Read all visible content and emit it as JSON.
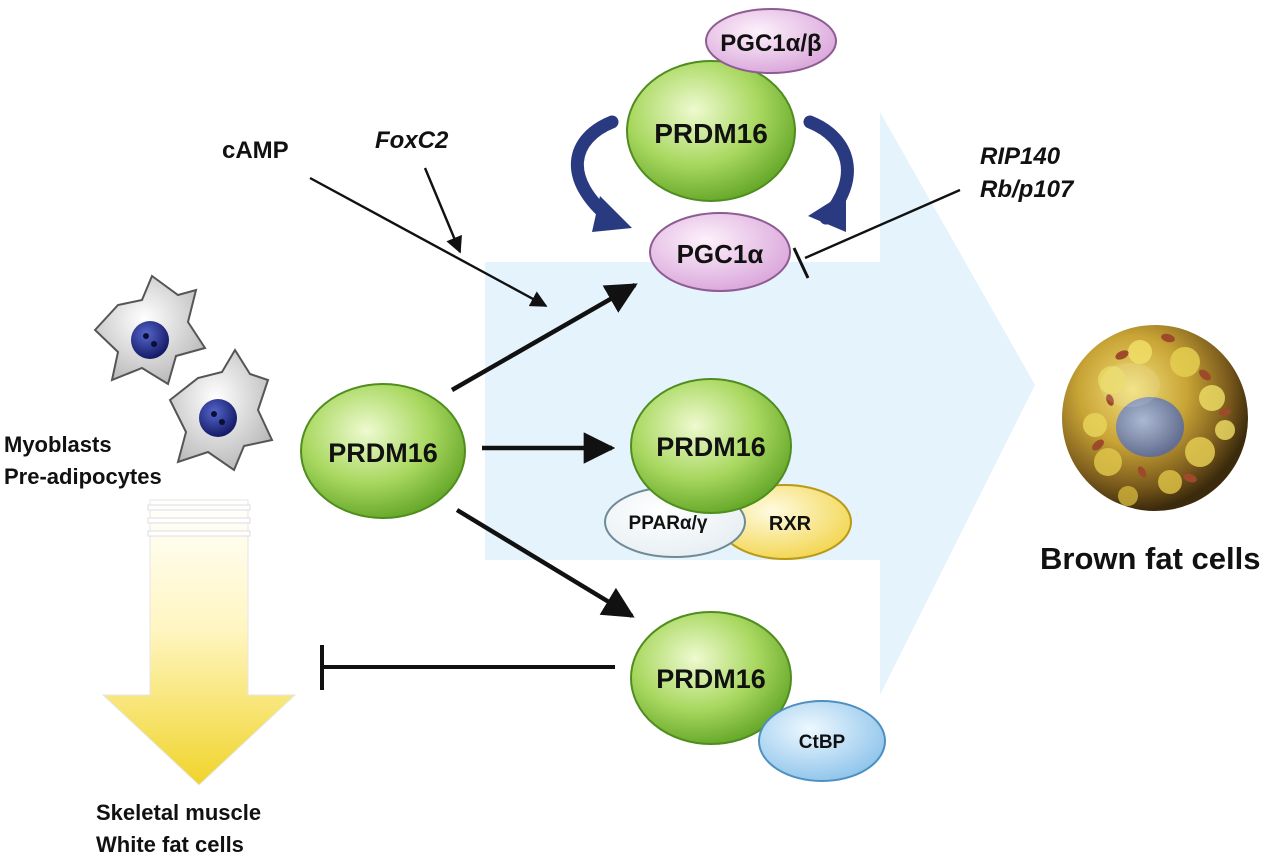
{
  "colors": {
    "green_light": "#d8f0a6",
    "green_dark": "#5fa324",
    "pink_light": "#f7dcf3",
    "pink_dark": "#c58cc7",
    "yellow_light": "#fff4b0",
    "yellow_dark": "#e9c733",
    "blue_light": "#d3ebfb",
    "blue_dark": "#78b6e2",
    "background_arrow": "#e3f2fc",
    "curved_arrow": "#2a3a80"
  },
  "regulators": {
    "camp": "cAMP",
    "foxc2": "FoxC2",
    "rip140": "RIP140",
    "rb_p107": "Rb/p107"
  },
  "nodes": {
    "pgc1ab": "PGC1α/β",
    "prdm16_top": "PRDM16",
    "pgc1a": "PGC1α",
    "prdm16_center": "PRDM16",
    "prdm16_mid": "PRDM16",
    "ppar": "PPARα/γ",
    "rxr": "RXR",
    "prdm16_bottom": "PRDM16",
    "ctbp": "CtBP"
  },
  "cells": {
    "progenitor_line1": "Myoblasts",
    "progenitor_line2": "Pre-adipocytes",
    "outcome_line1": "Skeletal muscle",
    "outcome_line2": "White fat cells",
    "brown_fat": "Brown fat cells"
  }
}
